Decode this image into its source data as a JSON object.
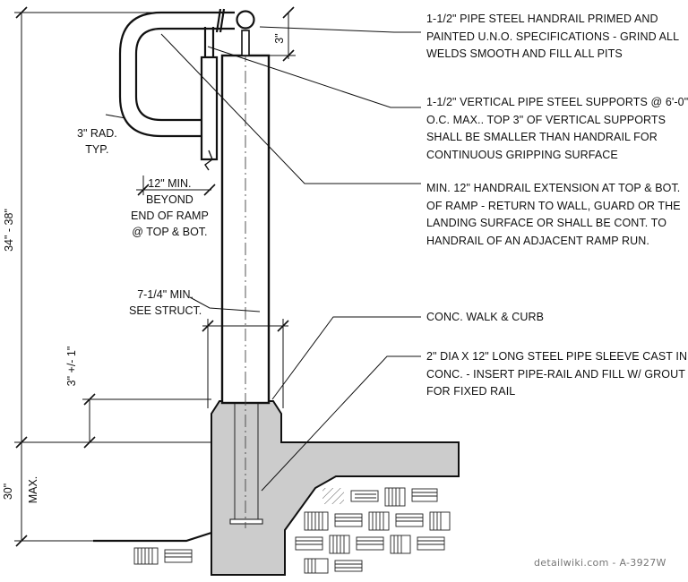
{
  "notes": [
    {
      "id": "handrail",
      "lines": [
        "1-1/2\" PIPE STEEL HANDRAIL PRIMED AND",
        "PAINTED U.N.O. SPECIFICATIONS - GRIND ALL",
        "WELDS SMOOTH AND FILL ALL PITS"
      ]
    },
    {
      "id": "supports",
      "lines": [
        "1-1/2\" VERTICAL PIPE STEEL SUPPORTS @ 6'-0\"",
        "O.C. MAX.. TOP 3\" OF VERTICAL SUPPORTS",
        "SHALL BE SMALLER THAN HANDRAIL FOR",
        "CONTINUOUS GRIPPING SURFACE"
      ]
    },
    {
      "id": "extension",
      "lines": [
        "MIN. 12\" HANDRAIL EXTENSION AT TOP & BOT.",
        "OF RAMP - RETURN TO WALL, GUARD OR THE",
        "LANDING SURFACE OR SHALL BE CONT. TO",
        "HANDRAIL OF AN ADJACENT RAMP RUN."
      ]
    },
    {
      "id": "walk",
      "lines": [
        "CONC. WALK & CURB"
      ]
    },
    {
      "id": "sleeve",
      "lines": [
        "2\" DIA X 12\" LONG STEEL PIPE SLEEVE CAST IN",
        "CONC. - INSERT PIPE-RAIL AND FILL W/ GROUT",
        "FOR FIXED RAIL"
      ]
    }
  ],
  "labels": {
    "radius": [
      "3\" RAD.",
      "TYP."
    ],
    "beyond": [
      "12\" MIN.",
      "BEYOND",
      "END OF RAMP",
      "@ TOP & BOT."
    ],
    "struct": [
      "7-1/4\" MIN.",
      "SEE STRUCT."
    ]
  },
  "dimensions": {
    "top_gap": "3\"",
    "height": "34\" - 38\"",
    "curb": "3\" +/- 1\"",
    "depth_value": "30\"",
    "depth_qualifier": "MAX."
  },
  "credit": "detailwiki.com - A-3927W"
}
